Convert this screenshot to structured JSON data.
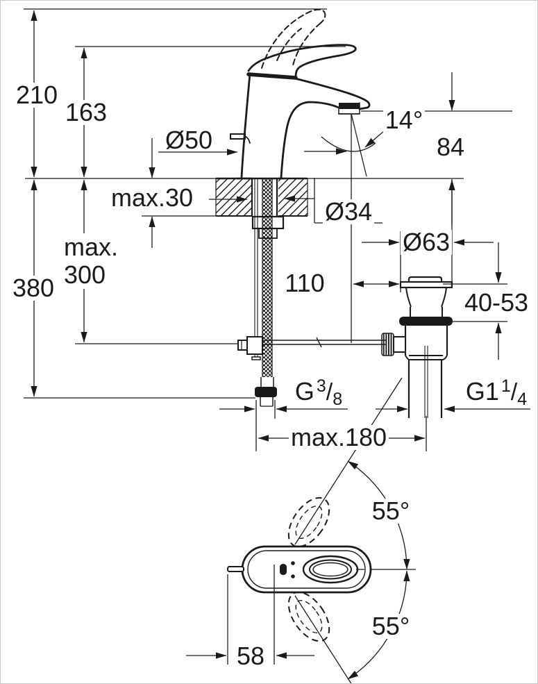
{
  "labels": {
    "total_height": "210",
    "handle_height": "163",
    "base_diameter": "Ø50",
    "spout_angle": "14°",
    "spout_height": "84",
    "deck_thickness": "max.30",
    "hole_diameter": "Ø34",
    "hose_depth_line1": "max.",
    "hose_depth_line2": "300",
    "below_deck_depth": "380",
    "flange_diameter": "Ø63",
    "spout_to_drain": "110",
    "drain_clamp_range": "40-53",
    "supply_thread": {
      "base": "G",
      "numerator": "3",
      "divider": "/",
      "denominator": "8"
    },
    "drain_thread": {
      "base": "G1",
      "numerator": "1",
      "divider": "/",
      "denominator": "4"
    },
    "hose_reach": "max.180",
    "swing_angle_upper": "55°",
    "swing_angle_lower": "55°",
    "rod_offset": "58"
  },
  "colors": {
    "line": "#1a1a1a",
    "background": "#ffffff"
  }
}
